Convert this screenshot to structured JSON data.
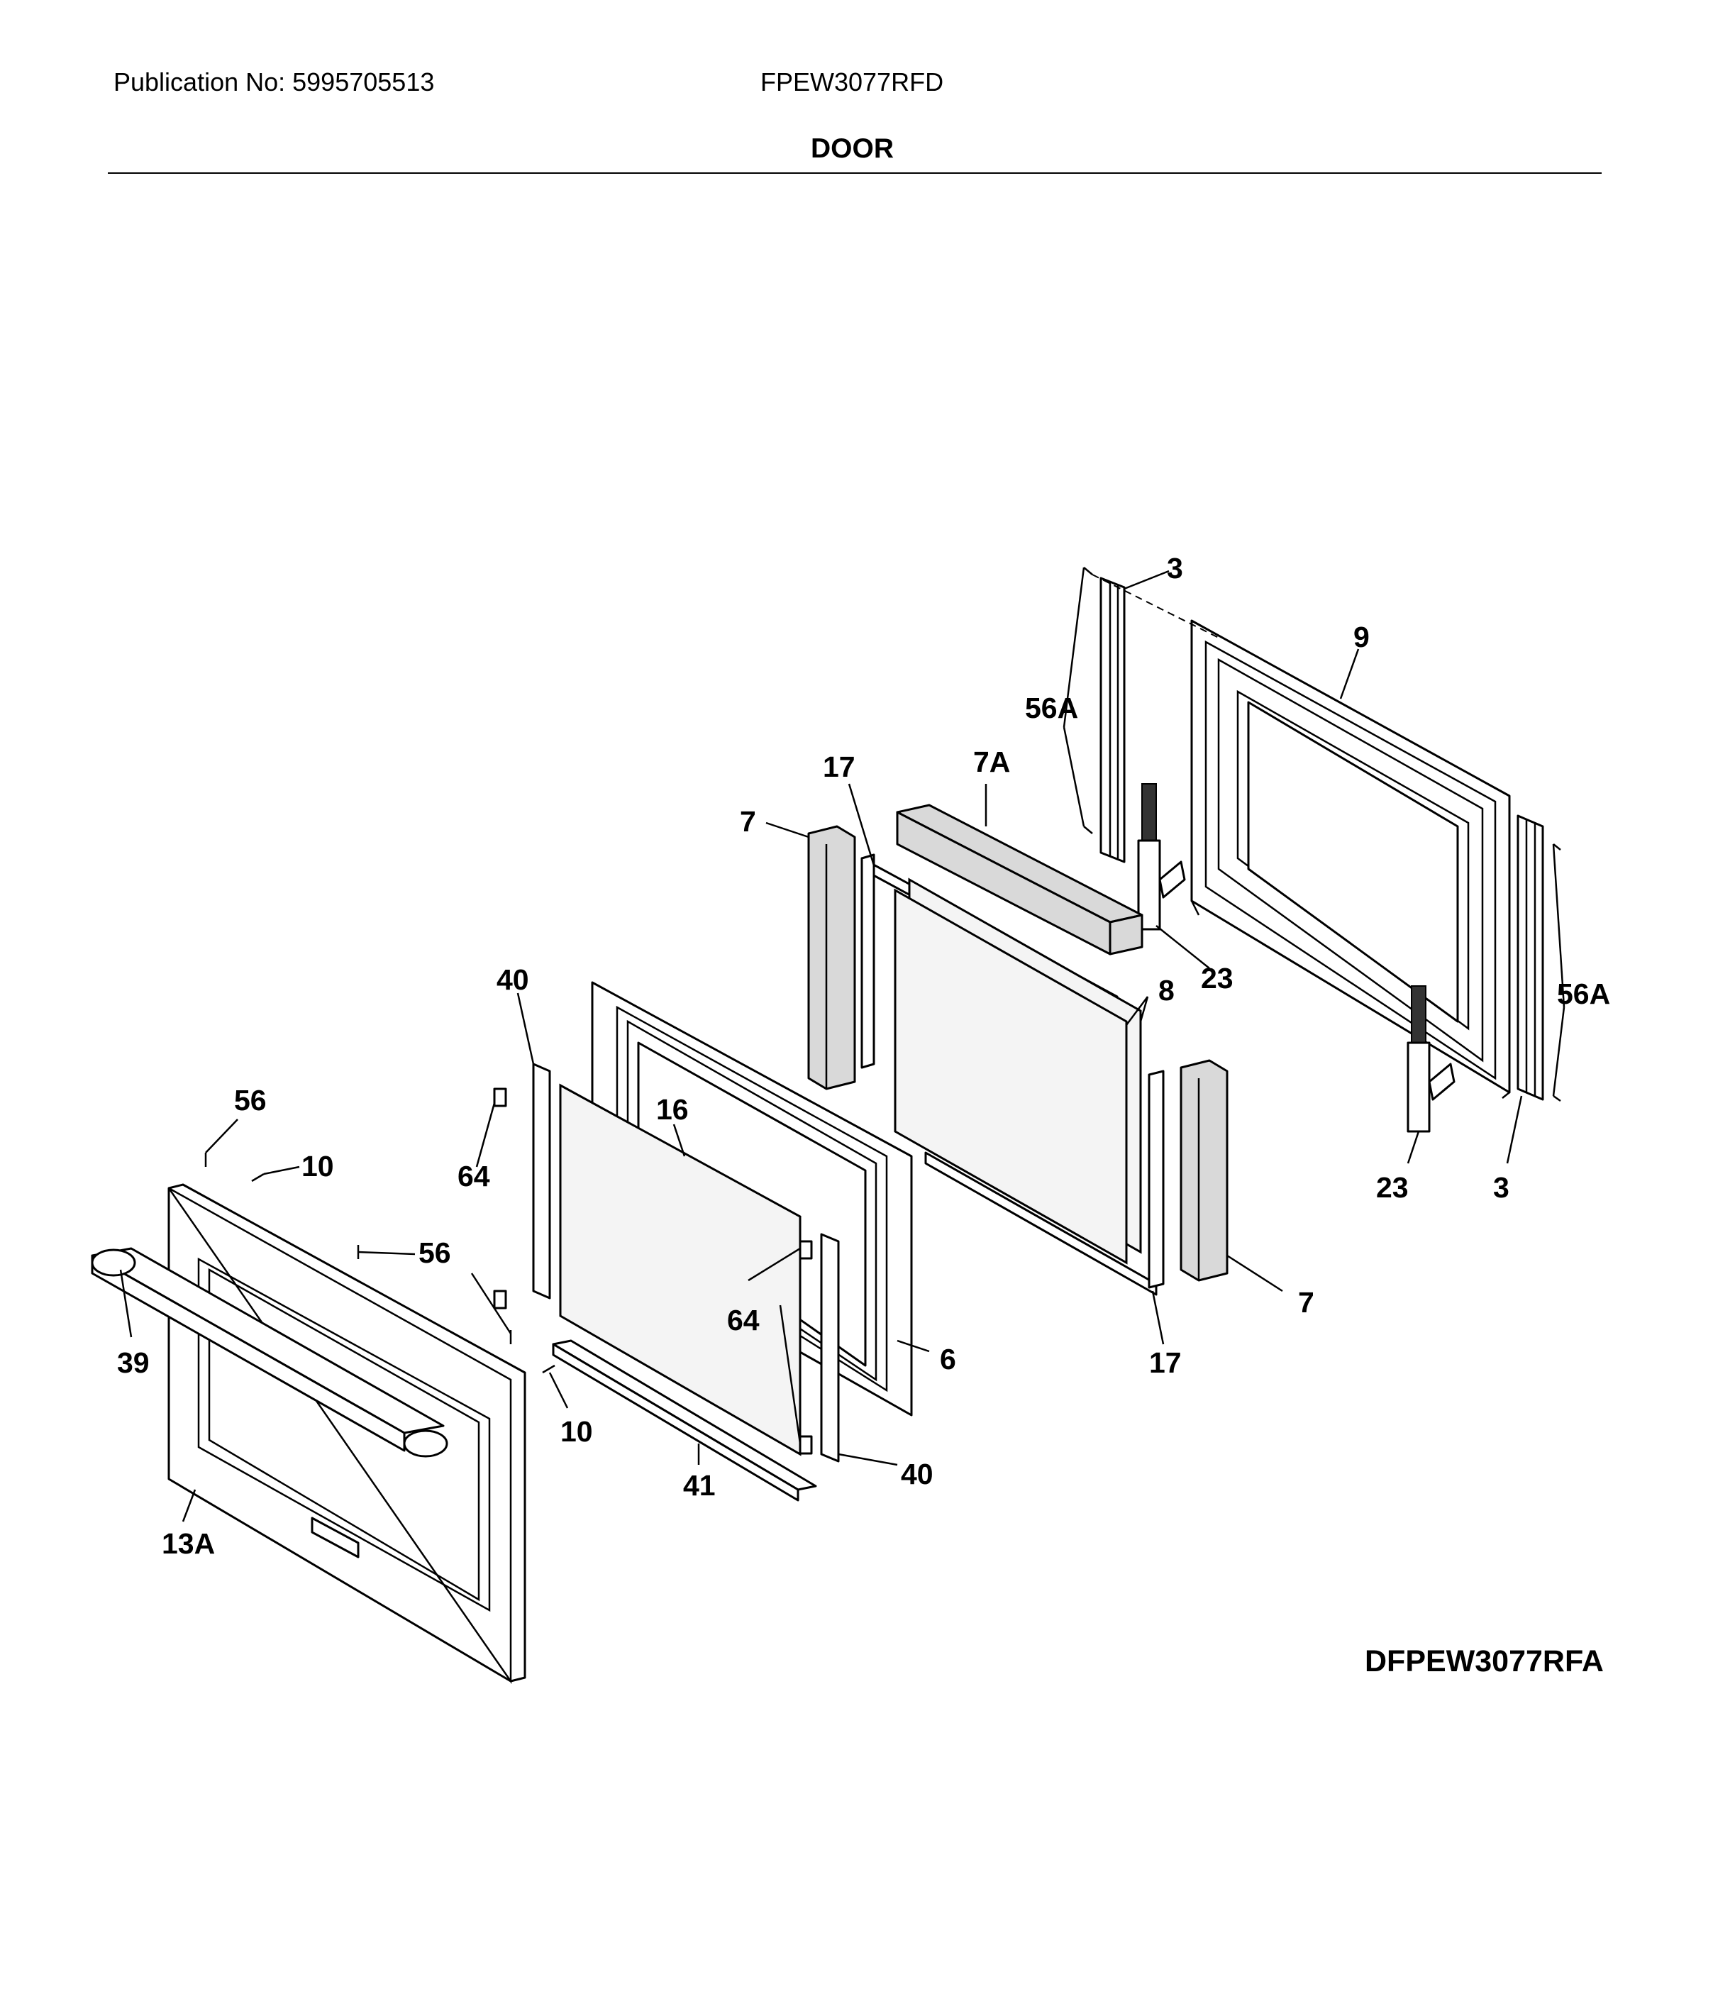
{
  "header": {
    "publication": "Publication No: 5995705513",
    "model": "FPEW3077RFD",
    "section_title": "DOOR"
  },
  "diagram_code": "DFPEW3077RFA",
  "callouts": {
    "c3_top": "3",
    "c9": "9",
    "c56A_left": "56A",
    "c17_top": "17",
    "c7A": "7A",
    "c7_left": "7",
    "c23_top": "23",
    "c8": "8",
    "c56A_right": "56A",
    "c40_top": "40",
    "c56_top": "56",
    "c10_top": "10",
    "c16": "16",
    "c64_left": "64",
    "c56_mid": "56",
    "c23_bottom": "23",
    "c3_bottom": "3",
    "c64_right": "64",
    "c39": "39",
    "c6": "6",
    "c7_right": "7",
    "c17_bottom": "17",
    "c10_bottom": "10",
    "c41": "41",
    "c40_bottom": "40",
    "c13A": "13A"
  }
}
